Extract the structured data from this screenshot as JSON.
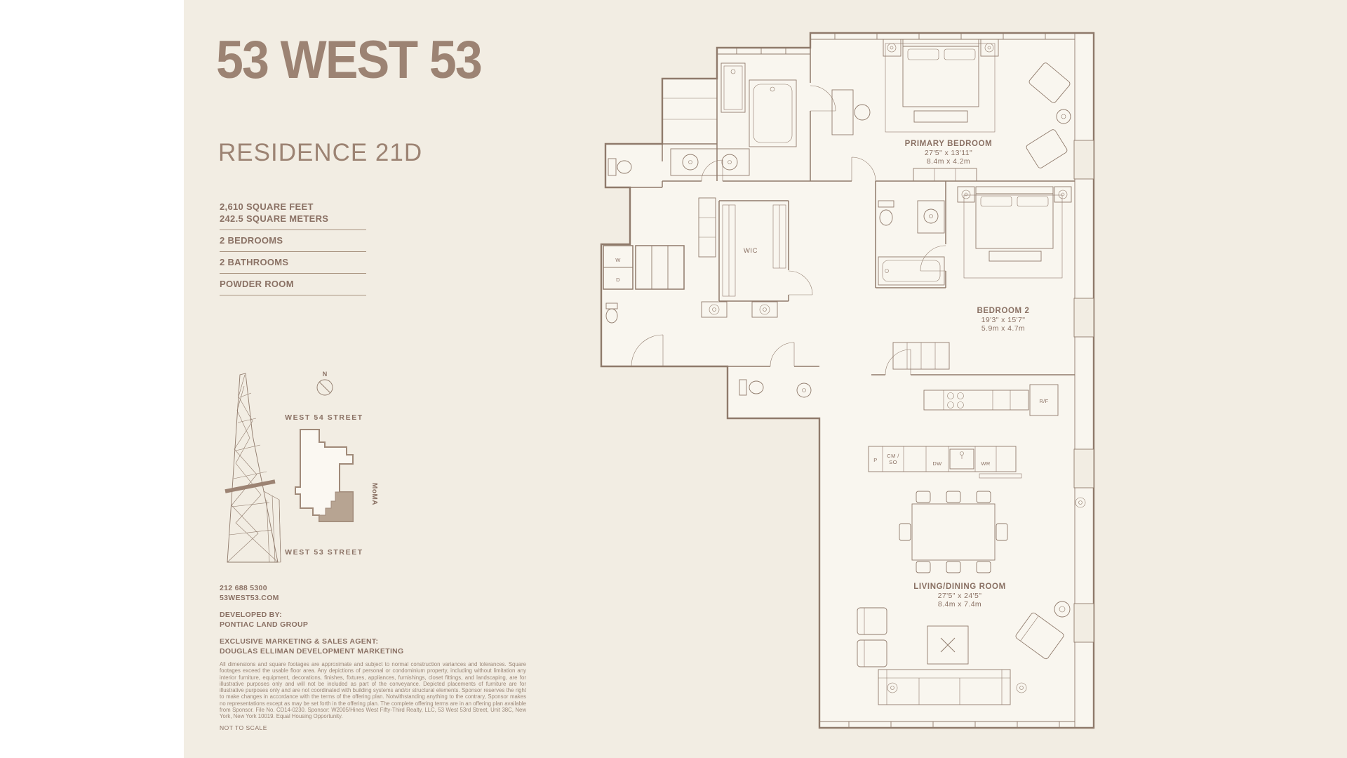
{
  "brand": {
    "logo": "53 WEST 53"
  },
  "residence": {
    "title": "RESIDENCE 21D"
  },
  "specs": {
    "area_ft": "2,610 SQUARE FEET",
    "area_m": "242.5 SQUARE METERS",
    "bedrooms": "2 BEDROOMS",
    "bathrooms": "2 BATHROOMS",
    "powder": "POWDER ROOM"
  },
  "keyplan": {
    "north": "N",
    "street_top": "WEST 54 STREET",
    "street_bottom": "WEST 53 STREET",
    "moma": "MoMA"
  },
  "contact": {
    "phone": "212 688 5300",
    "website": "53WEST53.COM"
  },
  "developer": {
    "label": "DEVELOPED BY:",
    "name": "PONTIAC LAND GROUP"
  },
  "agent": {
    "label": "EXCLUSIVE MARKETING & SALES AGENT:",
    "name": "DOUGLAS ELLIMAN DEVELOPMENT MARKETING"
  },
  "legal": {
    "disclaimer": "All dimensions and square footages are approximate and subject to normal construction variances and tolerances. Square footages exceed the usable floor area. Any depictions of personal or condominium property, including without limitation any interior furniture, equipment, decorations, finishes, fixtures, appliances, furnishings, closet fittings, and landscaping, are for illustrative purposes only and will not be included as part of the conveyance. Depicted placements of furniture are for illustrative purposes only and are not coordinated with building systems and/or structural elements. Sponsor reserves the right to make changes in accordance with the terms of the offering plan. Notwithstanding anything to the contrary, Sponsor makes no representations except as may be set forth in the offering plan. The complete offering terms are in an offering plan available from Sponsor. File No. CD14-0230. Sponsor: W2005/Hines West Fifty-Third Realty, LLC, 53 West 53rd Street, Unit 38C, New York, New York 10019. Equal Housing Opportunity.",
    "scale_note": "NOT TO SCALE"
  },
  "floorplan": {
    "primary_bedroom": {
      "name": "PRIMARY BEDROOM",
      "imperial": "27'5\" x 13'11\"",
      "metric": "8.4m x 4.2m"
    },
    "bedroom2": {
      "name": "BEDROOM 2",
      "imperial": "19'3\" x 15'7\"",
      "metric": "5.9m x 4.7m"
    },
    "living": {
      "name": "LIVING/DINING ROOM",
      "imperial": "27'5\" x 24'5\"",
      "metric": "8.4m x 7.4m"
    },
    "wic": "WIC",
    "washer": "W",
    "dryer": "D",
    "pantry": "P",
    "coffee1": "CM /",
    "coffee2": "SO",
    "dishwasher": "DW",
    "wine": "WR",
    "fridge": "R/F"
  },
  "colors": {
    "page_background": "#f2ede3",
    "margin_background": "#ffffff",
    "brand_taupe": "#9c8373",
    "plan_line": "#8f7a6b",
    "keyplan_shade": "#b7a492"
  }
}
